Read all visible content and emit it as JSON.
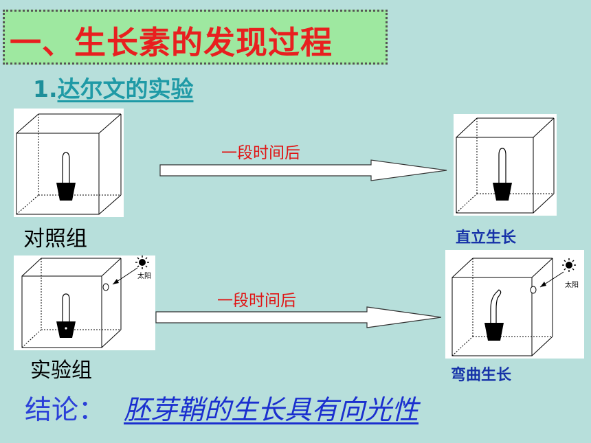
{
  "title": "一、生长素的发现过程",
  "subtitle": {
    "number": "1.",
    "text": "达尔文的实验"
  },
  "control_group": {
    "label": "对照组",
    "arrow_text": "一段时间后",
    "result": "直立生长"
  },
  "experiment_group": {
    "label": "实验组",
    "arrow_text": "一段时间后",
    "result": "弯曲生长",
    "sun_label": "太阳"
  },
  "conclusion": {
    "label": "结论：",
    "text": "胚芽鞘的生长具有向光性"
  },
  "colors": {
    "background": "#b7dfdb",
    "title_box": "#9ee8a0",
    "title_text": "#e81f1f",
    "subtitle": "#1f9aa6",
    "arrow_text": "#e01515",
    "result_text": "#1632a8",
    "conclusion": "#1a2fcf"
  }
}
